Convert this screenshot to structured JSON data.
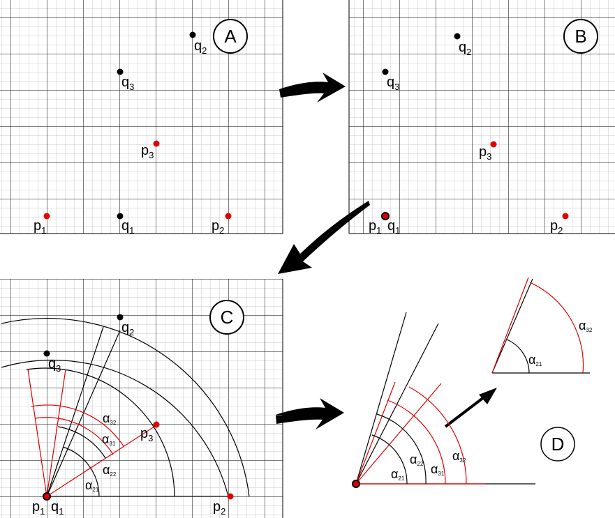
{
  "panels": {
    "a": {
      "label": "A"
    },
    "b": {
      "label": "B"
    },
    "c": {
      "label": "C"
    },
    "d": {
      "label": "D"
    }
  },
  "points": {
    "p": "p",
    "q": "q",
    "sub1": "1",
    "sub2": "2",
    "sub3": "3"
  },
  "angles": {
    "symbol": "α",
    "a21": "21",
    "a22": "22",
    "a31": "31",
    "a32": "32"
  },
  "colors": {
    "red": "#e00000",
    "black": "#000000",
    "grid_minor": "#c8c8c8",
    "grid_major": "#000000"
  },
  "icons": [
    "arrow-right-icon",
    "arrow-down-left-icon",
    "arrow-up-right-icon"
  ]
}
